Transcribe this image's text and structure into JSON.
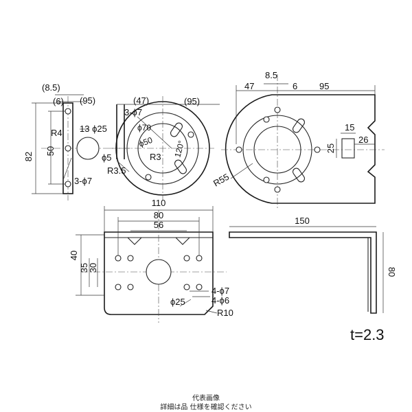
{
  "labels": {
    "d8_5a": "(8.5)",
    "d6a": "(6)",
    "d95a": "(95)",
    "d47": "(47)",
    "d95b": "(95)",
    "three_phi7_top": "3-ϕ7",
    "phi25": "13 ϕ25",
    "r4": "R4",
    "d82": "82",
    "d50": "50",
    "phi5": "ϕ5",
    "r3_5": "R3.5",
    "three_phi7_bot": "3-ϕ7",
    "phi70": "ϕ70",
    "phi50": "ϕ50",
    "r3": "R3",
    "d120": "120°",
    "d8_5b": "8.5",
    "d47b": "47",
    "d6b": "6",
    "d95c": "95",
    "d15": "15",
    "d26": "26",
    "d25": "25",
    "r55": "R55",
    "d110": "110",
    "d80a": "80",
    "d56": "56",
    "d40": "40",
    "d35": "35",
    "d30": "30",
    "four_phi7": "4-ϕ7",
    "four_phi6": "4-ϕ6",
    "phi25b": "ϕ25",
    "r10": "R10",
    "d150": "150",
    "d80b": "80",
    "thickness": "t=2.3"
  },
  "caption": {
    "line1": "代表画像",
    "line2": "詳細は品 仕様を確認ください"
  }
}
